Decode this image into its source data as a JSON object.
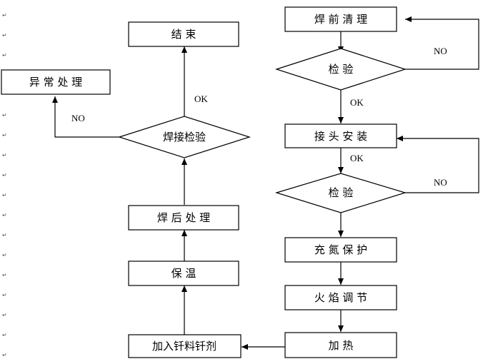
{
  "nodes": {
    "pre_clean": "焊 前 清 理",
    "inspect_1": "检  验",
    "joint_install": "接 头 安 装",
    "inspect_2": "检  验",
    "nitrogen": "充 氮 保 护",
    "flame": "火 焰 调 节",
    "heat": "加    热",
    "flux": "加入钎料钎剂",
    "keep_warm": "保    温",
    "post_treat": "焊 后 处 理",
    "weld_inspect": "焊接检验",
    "end": "结    束",
    "abnormal": "异 常 处 理"
  },
  "edges": {
    "ok_1": "OK",
    "no_1": "NO",
    "ok_2": "OK",
    "no_2": "NO",
    "ok_3": "OK",
    "no_3": "NO"
  },
  "para_mark": "↵"
}
